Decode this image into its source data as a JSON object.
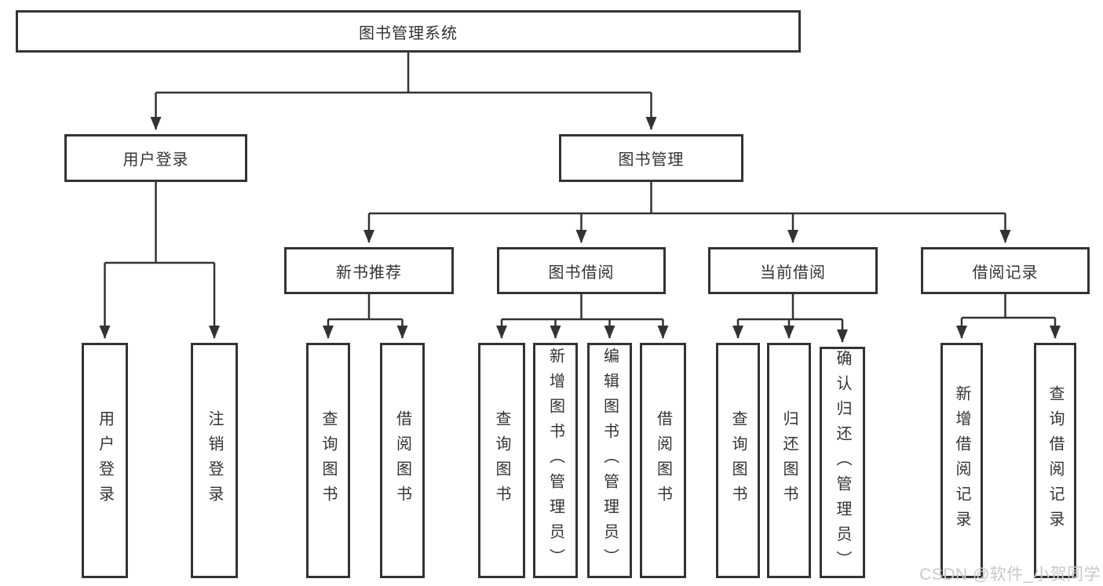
{
  "diagram": {
    "title": "图书管理系统",
    "branches": {
      "user_login": {
        "label": "用户登录",
        "children": {
          "login": "用户登录",
          "logout": "注销登录"
        }
      },
      "book_management": {
        "label": "图书管理",
        "sections": {
          "new_book_recommendation": {
            "label": "新书推荐",
            "children": {
              "query_books": "查询图书",
              "borrow_books": "借阅图书"
            }
          },
          "book_borrowing": {
            "label": "图书借阅",
            "children": {
              "query_books": "查询图书",
              "add_books_admin": "新增图书（管理员）",
              "edit_books_admin": "编辑图书（管理员）",
              "borrow_books": "借阅图书"
            }
          },
          "current_borrowing": {
            "label": "当前借阅",
            "children": {
              "query_books": "查询图书",
              "return_books": "归还图书",
              "confirm_return_admin": "确认归还（管理员）"
            }
          },
          "borrowing_records": {
            "label": "借阅记录",
            "children": {
              "add_borrow_record": "新增借阅记录",
              "query_borrow_record": "查询借阅记录"
            }
          }
        }
      }
    }
  },
  "watermark": "CSDN @软件_小贺同学",
  "colors": {
    "line": "#333333",
    "text": "#333333",
    "box_fill": "#ffffff",
    "watermark": "#c9c9c9",
    "background": "#ffffff"
  }
}
